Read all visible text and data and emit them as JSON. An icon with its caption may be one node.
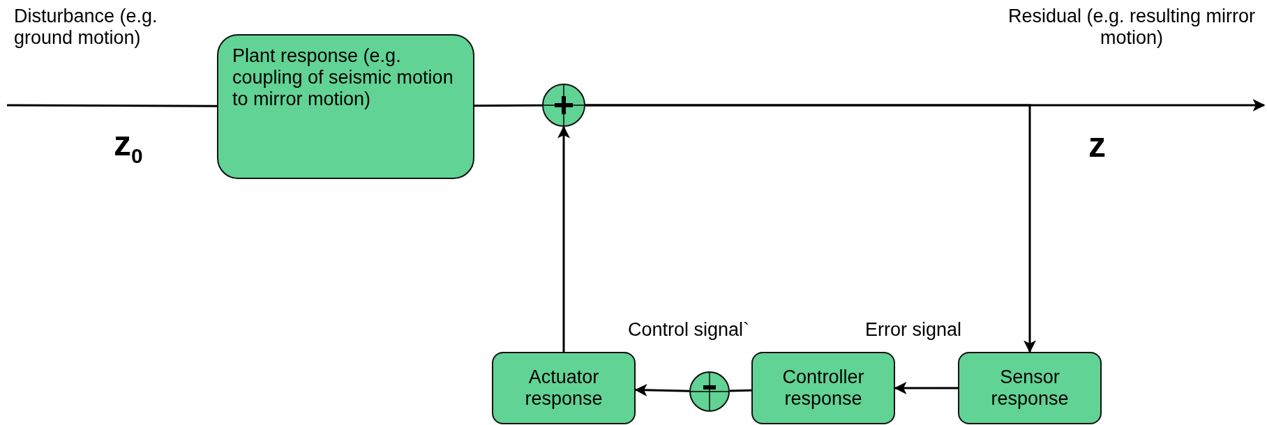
{
  "diagram": {
    "nodes": [
      {
        "text": [
          "Plant response (e.g. coupling of seismic motion to mirror motion)"
        ]
      },
      {
        "text": [],
        "shape": "circle"
      },
      {
        "text": [
          "Actuator response"
        ]
      },
      {
        "text": [],
        "shape": "circle"
      },
      {
        "text": [
          "Controller response"
        ]
      },
      {
        "text": [
          "Sensor response"
        ]
      }
    ],
    "edges": [
      {
        "from": null,
        "to": 0,
        "arrow": "none"
      },
      {
        "from": 0,
        "to": 1,
        "arrow": "none"
      },
      {
        "from": 1,
        "to": null,
        "arrow": "to"
      },
      {
        "from": 1,
        "to": 5,
        "arrow": "to"
      },
      {
        "from": 5,
        "to": 4,
        "arrow": "to"
      },
      {
        "from": 4,
        "to": 3,
        "arrow": "none"
      },
      {
        "from": 3,
        "to": 2,
        "arrow": "to"
      },
      {
        "from": 2,
        "to": 1,
        "arrow": "to"
      }
    ],
    "labels": [
      "Disturbance (e.g. ground motion)",
      "z$_{0}$",
      "Residual (e.g. resulting mirror motion)",
      "z",
      "Control signal`",
      "Error signal"
    ]
  }
}
